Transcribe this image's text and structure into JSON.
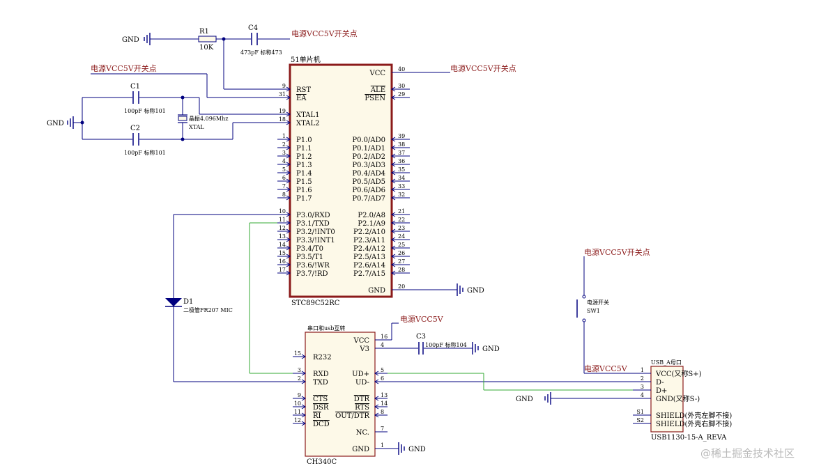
{
  "net_labels": {
    "power_switch_net": "电源VCC5V开关点",
    "power_net": "电源VCC5V",
    "gnd": "GND"
  },
  "reset": {
    "r1_ref": "R1",
    "r1_value": "10K",
    "c4_ref": "C4",
    "c4_value": "473pF 标称473"
  },
  "crystal": {
    "c1_ref": "C1",
    "c1_value": "100pF 标称101",
    "c2_ref": "C2",
    "c2_value": "100pF 标称101",
    "x_value": "晶振4.096Mhz",
    "x_ref": "XTAL"
  },
  "mcu": {
    "title": "51单片机",
    "part": "STC89C52RC",
    "left_pins": [
      {
        "num": "9",
        "name": "RST"
      },
      {
        "num": "31",
        "name": "EA"
      },
      {
        "num": "19",
        "name": "XTAL1"
      },
      {
        "num": "18",
        "name": "XTAL2"
      },
      {
        "num": "1",
        "name": "P1.0"
      },
      {
        "num": "2",
        "name": "P1.1"
      },
      {
        "num": "3",
        "name": "P1.2"
      },
      {
        "num": "4",
        "name": "P1.3"
      },
      {
        "num": "5",
        "name": "P1.4"
      },
      {
        "num": "6",
        "name": "P1.5"
      },
      {
        "num": "7",
        "name": "P1.6"
      },
      {
        "num": "8",
        "name": "P1.7"
      },
      {
        "num": "10",
        "name": "P3.0/RXD"
      },
      {
        "num": "11",
        "name": "P3.1/TXD"
      },
      {
        "num": "12",
        "name": "P3.2/!INT0"
      },
      {
        "num": "13",
        "name": "P3.3/!INT1"
      },
      {
        "num": "14",
        "name": "P3.4/T0"
      },
      {
        "num": "15",
        "name": "P3.5/T1"
      },
      {
        "num": "16",
        "name": "P3.6/!WR"
      },
      {
        "num": "17",
        "name": "P3.7/!RD"
      }
    ],
    "right_pins": [
      {
        "num": "40",
        "name": "VCC"
      },
      {
        "num": "30",
        "name": "ALE"
      },
      {
        "num": "29",
        "name": "PSEN"
      },
      {
        "num": "39",
        "name": "P0.0/AD0"
      },
      {
        "num": "38",
        "name": "P0.1/AD1"
      },
      {
        "num": "37",
        "name": "P0.2/AD2"
      },
      {
        "num": "36",
        "name": "P0.3/AD3"
      },
      {
        "num": "35",
        "name": "P0.4/AD4"
      },
      {
        "num": "34",
        "name": "P0.5/AD5"
      },
      {
        "num": "33",
        "name": "P0.6/AD6"
      },
      {
        "num": "32",
        "name": "P0.7/AD7"
      },
      {
        "num": "21",
        "name": "P2.0/A8"
      },
      {
        "num": "22",
        "name": "P2.1/A9"
      },
      {
        "num": "23",
        "name": "P2.2/A10"
      },
      {
        "num": "24",
        "name": "P2.3/A11"
      },
      {
        "num": "25",
        "name": "P2.4/A12"
      },
      {
        "num": "26",
        "name": "P2.5/A13"
      },
      {
        "num": "27",
        "name": "P2.6/A14"
      },
      {
        "num": "28",
        "name": "P2.7/A15"
      },
      {
        "num": "20",
        "name": "GND"
      }
    ]
  },
  "diode": {
    "ref": "D1",
    "value": "二极管FR207 MIC"
  },
  "ch340": {
    "title": "串口和usb互转",
    "part": "CH340C",
    "left_pins": [
      {
        "num": "15",
        "name": "R232"
      },
      {
        "num": "3",
        "name": "RXD"
      },
      {
        "num": "2",
        "name": "TXD"
      },
      {
        "num": "9",
        "name": "CTS"
      },
      {
        "num": "10",
        "name": "DSR"
      },
      {
        "num": "11",
        "name": "RI"
      },
      {
        "num": "12",
        "name": "DCD"
      }
    ],
    "right_pins": [
      {
        "num": "16",
        "name": "VCC"
      },
      {
        "num": "4",
        "name": "V3"
      },
      {
        "num": "5",
        "name": "UD+"
      },
      {
        "num": "6",
        "name": "UD-"
      },
      {
        "num": "13",
        "name": "DTR"
      },
      {
        "num": "14",
        "name": "RTS"
      },
      {
        "num": "8",
        "name": "OUT/DTR"
      },
      {
        "num": "7",
        "name": "NC."
      },
      {
        "num": "1",
        "name": "GND"
      }
    ],
    "c3_ref": "C3",
    "c3_value": "100pF 标称104"
  },
  "switch": {
    "value": "电源开关",
    "ref": "SW1"
  },
  "usb": {
    "title": "USB_A母口",
    "part": "USB1130-15-A_REVA",
    "pins": [
      {
        "num": "1",
        "name": "VCC(又称S+)"
      },
      {
        "num": "2",
        "name": "D-"
      },
      {
        "num": "3",
        "name": "D+"
      },
      {
        "num": "4",
        "name": "GND(又称S-)"
      },
      {
        "num": "S1",
        "name": "SHIELD(外壳左脚不接)"
      },
      {
        "num": "S2",
        "name": "SHIELD(外壳右脚不接)"
      }
    ]
  },
  "watermark": "@稀土掘金技术社区",
  "colors": {
    "wire": "#00007f",
    "green_wire": "#33aa33",
    "ic_border": "#8b1a1a",
    "ic_fill": "#fdf9e8",
    "net_label": "#8b1a1a"
  }
}
